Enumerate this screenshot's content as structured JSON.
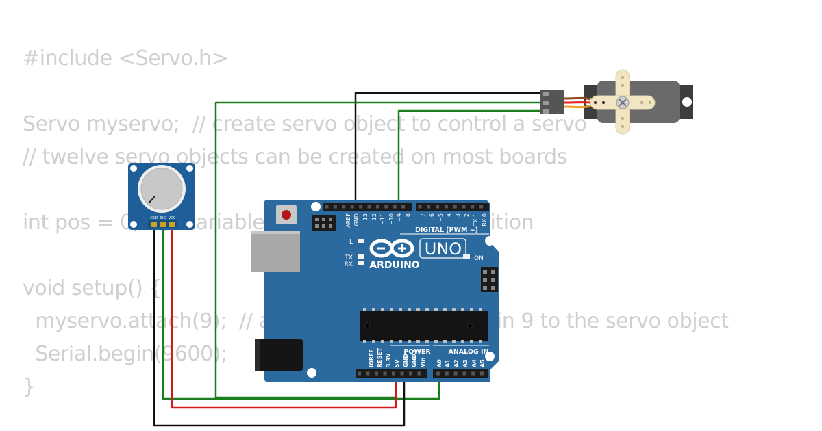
{
  "code_lines": [
    "#include <Servo.h>",
    "",
    "Servo myservo;  // create servo object to control a servo",
    "// twelve servo objects can be created on most boards",
    "",
    "int pos = 0;    // variable to store the servo position",
    "",
    "void setup() {",
    "  myservo.attach(9);  // attaches the servo on pin 9 to the servo object",
    "  Serial.begin(9600);",
    "}"
  ],
  "board": {
    "brand": "ARDUINO",
    "model": "UNO",
    "digital_header": "DIGITAL (PWM ~)",
    "power_header": "POWER",
    "analog_header": "ANALOG IN",
    "on_led": "ON",
    "l_led": "L",
    "tx_led": "TX",
    "rx_led": "RX",
    "top_pins": [
      "AREF",
      "GND",
      "13",
      "12",
      "~11",
      "~10",
      "~9",
      "8",
      "7",
      "~6",
      "~5",
      "4",
      "~3",
      "2",
      "TX 1",
      "RX 0"
    ],
    "power_pins": [
      "IOREF",
      "RESET",
      "3.3V",
      "5V",
      "GND",
      "GND",
      "Vin"
    ],
    "analog_pins": [
      "A0",
      "A1",
      "A2",
      "A3",
      "A4",
      "A5"
    ]
  },
  "potentiometer": {
    "pins": [
      "GND",
      "SIG",
      "VCC"
    ]
  },
  "wire_colors": {
    "signal": "#1a7f1a",
    "power": "#d11a1a",
    "ground": "#111111"
  },
  "colors": {
    "board": "#2b6a9e",
    "module": "#1f5f99",
    "code_text": "#cfcfcf"
  }
}
